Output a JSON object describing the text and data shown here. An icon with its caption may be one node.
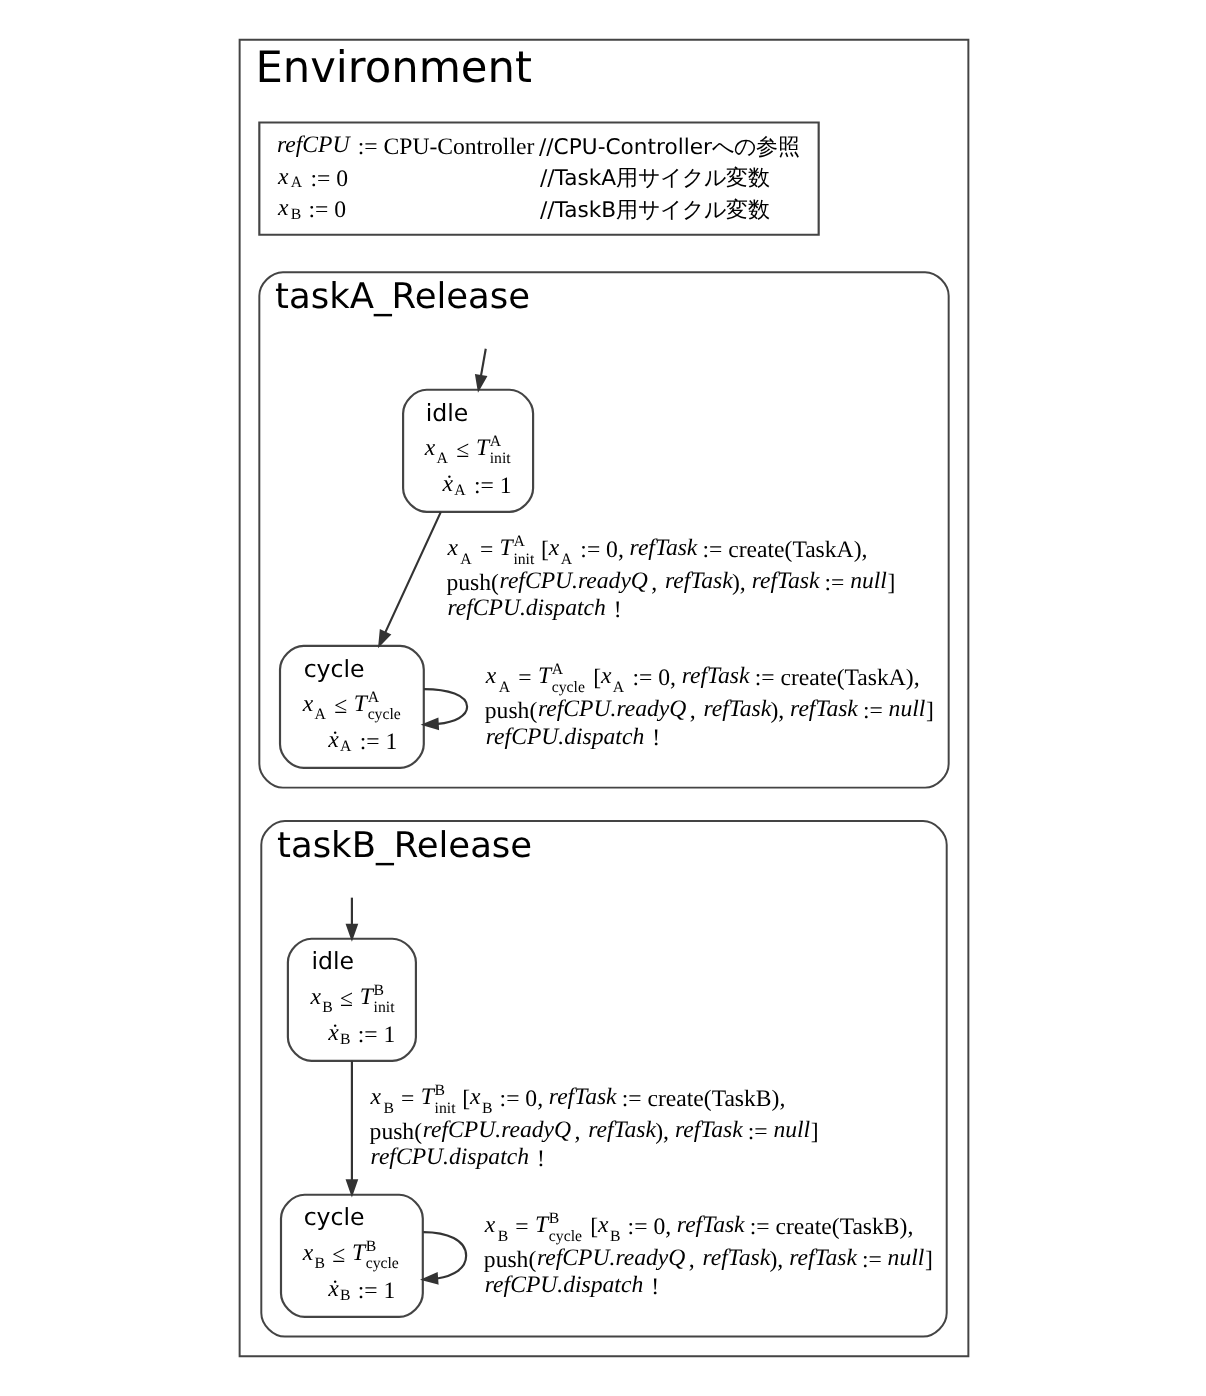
{
  "diagram": {
    "nodes": [
      {
        "text": [
          "Environment"
        ]
      },
      {
        "text": [
          "*refCPU* := CPU-Controller",
          "//CPU-Controllerへの参照",
          "*x*$_{A}$ := 0",
          "//TaskA用サイクル変数",
          "*x*$_{B}$ := 0",
          "//TaskB用サイクル変数"
        ],
        "in": 0
      },
      {
        "text": [
          "taskA_Release"
        ],
        "in": 0
      },
      {
        "text": [
          "idle",
          "*x*$_{A}$ ≤ *T*$^{A}$$_{init}$",
          "*ẋ*$_{A}$ := 1"
        ],
        "in": 2
      },
      {
        "text": [
          "cycle",
          "*x*$_{A}$ ≤ *T*$^{A}$$_{cycle}$",
          "*ẋ*$_{A}$ := 1"
        ],
        "in": 2
      },
      {
        "text": [
          "taskB_Release"
        ],
        "in": 0
      },
      {
        "text": [
          "idle",
          "*x*$_{B}$ ≤ *T*$^{B}$$_{init}$",
          "*ẋ*$_{B}$ := 1"
        ],
        "in": 5
      },
      {
        "text": [
          "cycle",
          "*x*$_{B}$ ≤ *T*$^{B}$$_{cycle}$",
          "*ẋ*$_{B}$ := 1"
        ],
        "in": 5
      }
    ],
    "edges": [
      {
        "from": null,
        "to": 3,
        "arrow": "to"
      },
      {
        "from": 3,
        "to": 4,
        "arrow": "to",
        "label": "*x*$_{A}$ = *T*$^{A}$$_{init}$ [*x*$_{A}$ := 0, *refTask* := create(TaskA), push(*refCPU.readyQ*, *refTask*), *refTask* := *null*] *refCPU.dispatch* !"
      },
      {
        "from": 4,
        "to": 4,
        "arrow": "to",
        "label": "*x*$_{A}$ = *T*$^{A}$$_{cycle}$ [*x*$_{A}$ := 0, *refTask* := create(TaskA), push(*refCPU.readyQ*, *refTask*), *refTask* := *null*] *refCPU.dispatch* !"
      },
      {
        "from": null,
        "to": 6,
        "arrow": "to"
      },
      {
        "from": 6,
        "to": 7,
        "arrow": "to",
        "label": "*x*$_{B}$ = *T*$^{B}$$_{init}$ [*x*$_{B}$ := 0, *refTask* := create(TaskB), push(*refCPU.readyQ*, *refTask*), *refTask* := *null*] *refCPU.dispatch* !"
      },
      {
        "from": 7,
        "to": 7,
        "arrow": "to",
        "label": "*x*$_{B}$ = *T*$^{B}$$_{cycle}$ [*x*$_{B}$ := 0, *refTask* := create(TaskB), push(*refCPU.readyQ*, *refTask*), *refTask* := *null*] *refCPU.dispatch* !"
      }
    ]
  }
}
